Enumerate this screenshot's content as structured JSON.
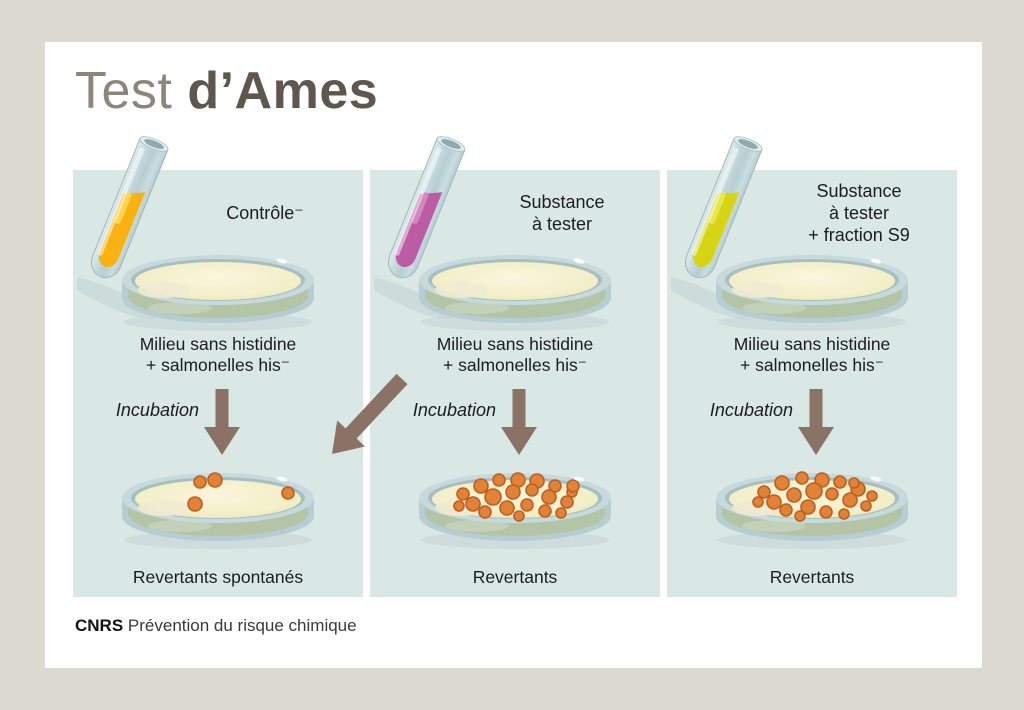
{
  "title": {
    "prefix": "Test",
    "emphasis": "d’Ames"
  },
  "credit": {
    "org": "CNRS",
    "text": "Prévention du risque chimique"
  },
  "colors": {
    "background": "#dcd9d1",
    "card": "#ffffff",
    "panel": "#d9e8e5",
    "title_prefix": "#8e857a",
    "title_emphasis": "#5f564e",
    "text": "#1d1d1b",
    "arrow": "#8a7265",
    "tube_glass": "#bfd4d7",
    "dish_rim": "#c6dade",
    "dish_wall": "#b3c5a5",
    "agar": "#f2eec6",
    "colony": "#e08238",
    "colony_edge": "#c05e1f"
  },
  "panels": [
    {
      "label": "Contrôle⁻",
      "tube_color": "#f8b313",
      "tube_highlight": "#ffd95e",
      "medium": "Milieu sans histidine\n+ salmonelles his⁻",
      "incubation": "Incubation",
      "result": "Revertants spontanés",
      "colonies": [
        [
          82,
          18,
          6
        ],
        [
          97,
          16,
          7
        ],
        [
          77,
          40,
          7
        ],
        [
          170,
          29,
          6
        ]
      ]
    },
    {
      "label": "Substance\nà tester",
      "tube_color": "#bb5ca4",
      "tube_highlight": "#d78fc3",
      "medium": "Milieu sans histidine\n+ salmonelles his⁻",
      "incubation": "Incubation",
      "result": "Revertants",
      "colonies": [
        [
          48,
          30,
          6
        ],
        [
          66,
          22,
          7
        ],
        [
          84,
          16,
          6
        ],
        [
          103,
          16,
          7
        ],
        [
          122,
          17,
          7
        ],
        [
          140,
          22,
          6
        ],
        [
          157,
          28,
          5
        ],
        [
          58,
          40,
          7
        ],
        [
          78,
          33,
          8
        ],
        [
          98,
          28,
          7
        ],
        [
          117,
          26,
          6
        ],
        [
          134,
          33,
          7
        ],
        [
          152,
          38,
          6
        ],
        [
          70,
          48,
          6
        ],
        [
          92,
          44,
          7
        ],
        [
          112,
          41,
          6
        ],
        [
          130,
          47,
          6
        ],
        [
          44,
          42,
          5
        ],
        [
          158,
          22,
          6
        ],
        [
          146,
          49,
          5
        ],
        [
          104,
          52,
          5
        ]
      ]
    },
    {
      "label": "Substance\nà tester\n+ fraction S9",
      "tube_color": "#d6d513",
      "tube_highlight": "#eae95f",
      "medium": "Milieu sans histidine\n+ salmonelles his⁻",
      "incubation": "Incubation",
      "result": "Revertants",
      "colonies": [
        [
          52,
          28,
          6
        ],
        [
          70,
          19,
          7
        ],
        [
          90,
          14,
          6
        ],
        [
          110,
          16,
          7
        ],
        [
          128,
          18,
          6
        ],
        [
          146,
          25,
          7
        ],
        [
          160,
          32,
          5
        ],
        [
          62,
          38,
          7
        ],
        [
          82,
          31,
          7
        ],
        [
          102,
          27,
          8
        ],
        [
          120,
          30,
          6
        ],
        [
          138,
          36,
          7
        ],
        [
          154,
          42,
          5
        ],
        [
          74,
          46,
          6
        ],
        [
          96,
          43,
          7
        ],
        [
          114,
          48,
          6
        ],
        [
          132,
          50,
          5
        ],
        [
          46,
          38,
          5
        ],
        [
          88,
          52,
          5
        ],
        [
          142,
          19,
          5
        ]
      ]
    }
  ]
}
